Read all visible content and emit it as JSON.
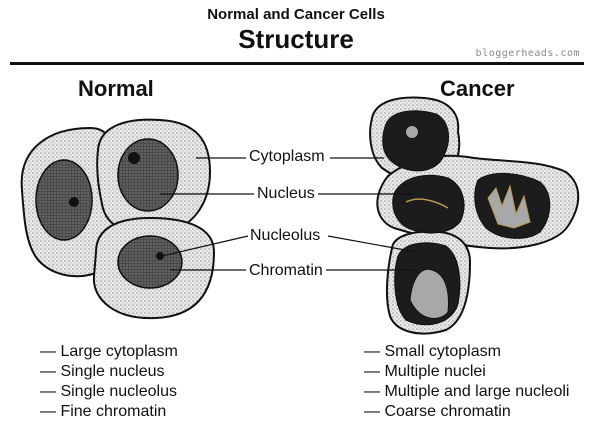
{
  "header": {
    "subtitle": "Normal and Cancer Cells",
    "title": "Structure",
    "watermark": "bloggerheads.com"
  },
  "headings": {
    "normal": "Normal",
    "cancer": "Cancer"
  },
  "labels": {
    "cytoplasm": "Cytoplasm",
    "nucleus": "Nucleus",
    "nucleolus": "Nucleolus",
    "chromatin": "Chromatin"
  },
  "normal_features": [
    "Large cytoplasm",
    "Single nucleus",
    "Single nucleolus",
    "Fine chromatin"
  ],
  "cancer_features": [
    "Small cytoplasm",
    "Multiple nuclei",
    "Multiple and large nucleoli",
    "Coarse chromatin"
  ],
  "colors": {
    "ink": "#111111",
    "cytoplasm_fill": "#e6e6e6",
    "nucleus_fill": "#3a3a3a",
    "cancer_nucleus_fill": "#1c1c1c",
    "nucleolus_fill": "#a8a8a8",
    "chromatin_accent": "#b89a52"
  }
}
